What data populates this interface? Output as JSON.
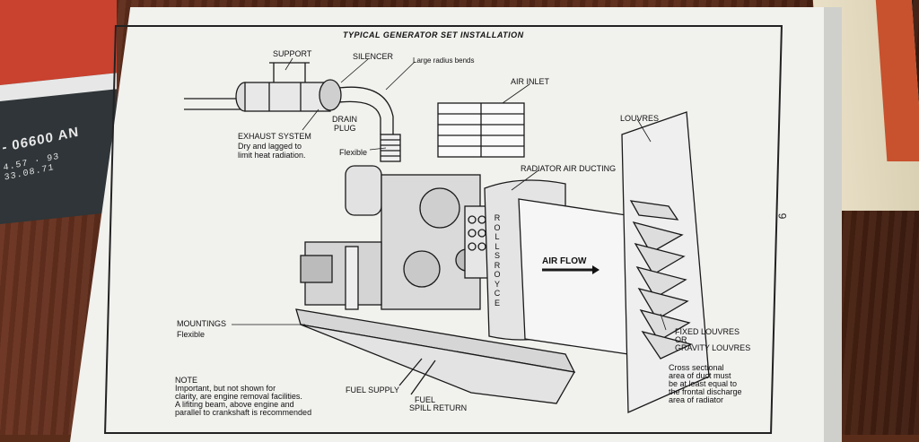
{
  "title": "TYPICAL GENERATOR SET INSTALLATION",
  "page_number": "9",
  "cover": {
    "phone": "- 06600 AN",
    "digits": [
      "4.57  · 93",
      "33.08.71"
    ]
  },
  "labels": {
    "support": "SUPPORT",
    "silencer": "SILENCER",
    "large_radius_bends": "Large radius bends",
    "air_inlet": "AIR INLET",
    "louvres": "LOUVRES",
    "drain_plug_1": "DRAIN",
    "drain_plug_2": "PLUG",
    "exhaust_system": "EXHAUST SYSTEM",
    "exhaust_note_1": "Dry and lagged to",
    "exhaust_note_2": "limit heat radiation.",
    "flexible_pipe": "Flexible",
    "radiator_air_ducting": "RADIATOR AIR DUCTING",
    "air_flow": "AIR FLOW",
    "rolls_royce": [
      "R",
      "O",
      "L",
      "L",
      "S",
      "R",
      "O",
      "Y",
      "C",
      "E"
    ],
    "mountings": "MOUNTINGS",
    "mountings_flexible": "Flexible",
    "fixed_louvres_1": "FIXED LOUVRES",
    "fixed_louvres_2": "OR",
    "fixed_louvres_3": "GRAVITY LOUVRES",
    "cross_1": "Cross sectional",
    "cross_2": "area of duct must",
    "cross_3": "be at least equal to",
    "cross_4": "the frontal discharge",
    "cross_5": "area of radiator",
    "note_title": "NOTE",
    "note_1": "Important, but not shown for",
    "note_2": "clarity, are engine removal facilities.",
    "note_3": "A lifiting beam, above engine and",
    "note_4": "parallel to crankshaft is recommended",
    "fuel_supply": "FUEL SUPPLY",
    "fuel_spill_1": "FUEL",
    "fuel_spill_2": "SPILL RETURN"
  }
}
